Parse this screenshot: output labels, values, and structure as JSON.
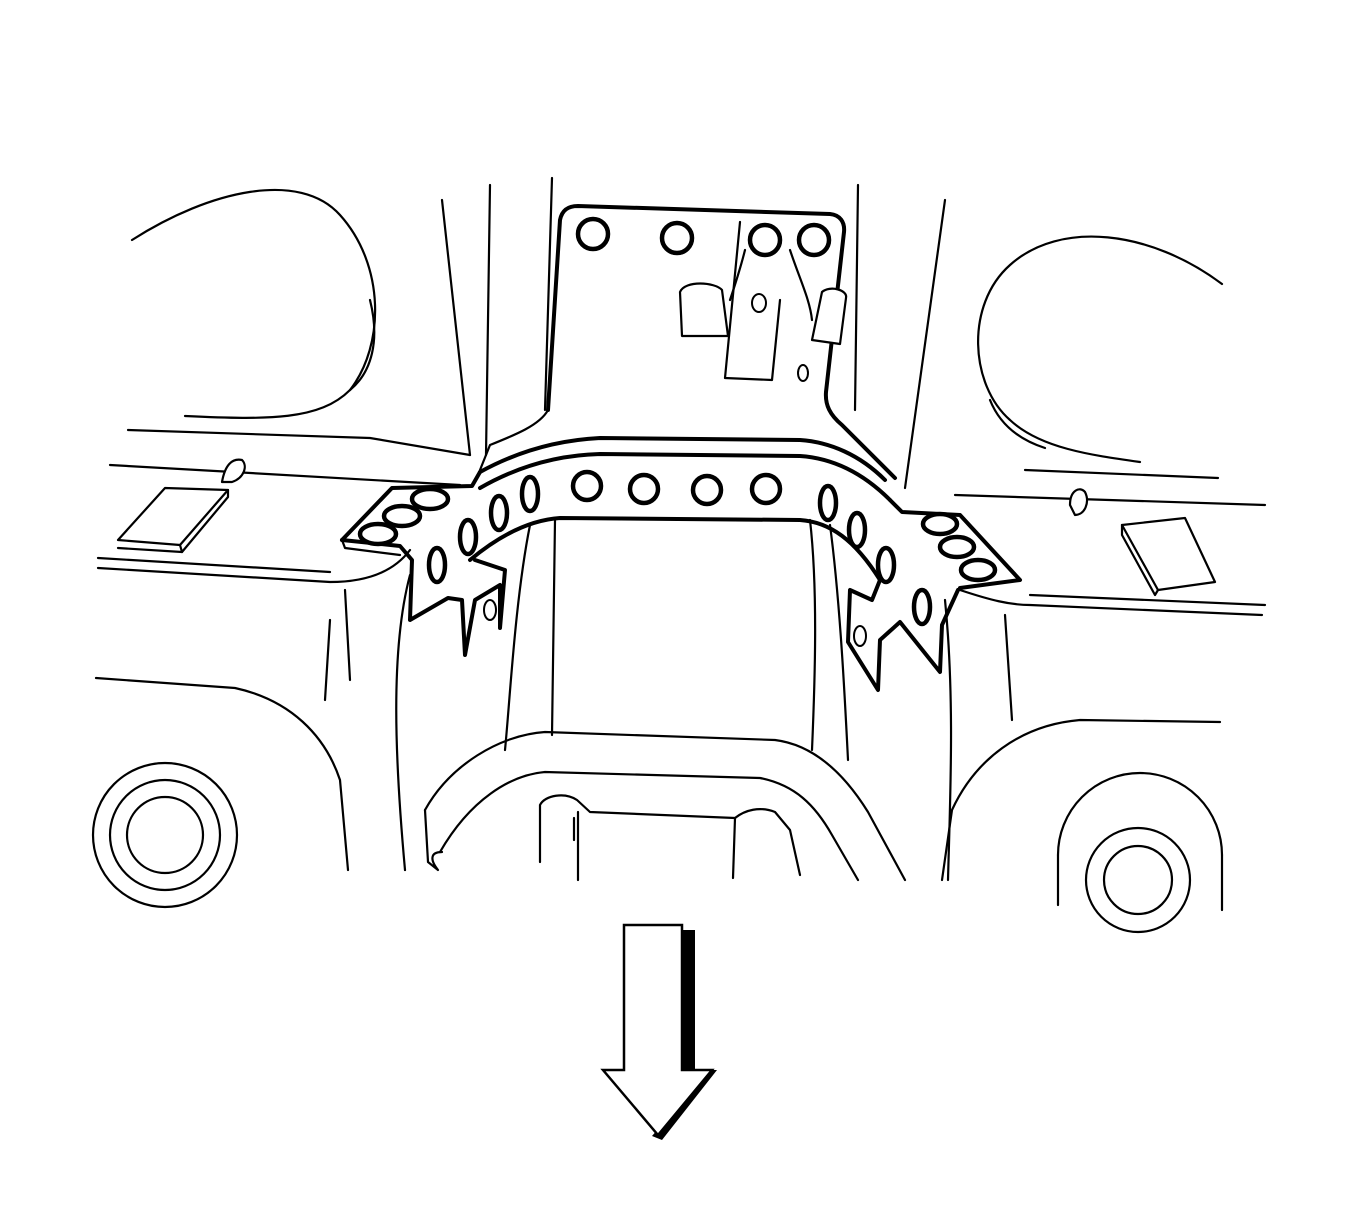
{
  "figure": {
    "colors": {
      "line": "#000000",
      "background": "#ffffff"
    },
    "direction_arrow": {
      "icon": "arrow-down-icon",
      "points": "down"
    },
    "bracket": {
      "upper_plate_hole_count": 4,
      "crossmember_hole_count": 4,
      "left_arm_hole_count": 8,
      "right_arm_hole_count": 8
    }
  }
}
